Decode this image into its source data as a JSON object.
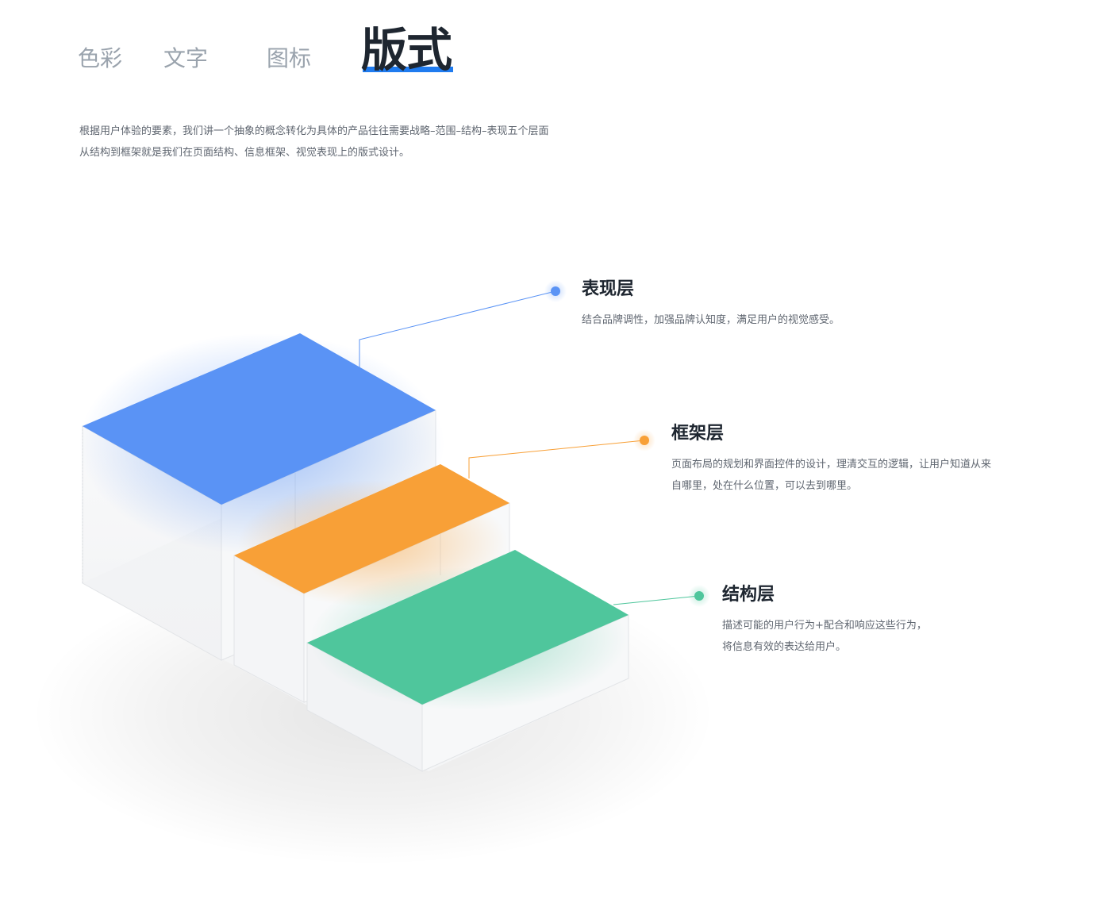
{
  "tabs": [
    {
      "label": "色彩",
      "active": false
    },
    {
      "label": "文字",
      "active": false
    },
    {
      "label": "图标",
      "active": false
    },
    {
      "label": "版式",
      "active": true
    }
  ],
  "intro": {
    "line1": "根据用户体验的要素，我们讲一个抽象的概念转化为具体的产品往往需要战略–范围–结构–表现五个层面",
    "line2": "从结构到框架就是我们在页面结构、信息框架、视觉表现上的版式设计。"
  },
  "layers": [
    {
      "key": "presentation",
      "title": "表现层",
      "desc_lines": [
        "结合品牌调性，加强品牌认知度，满足用户的视觉感受。"
      ],
      "color": "#5a93f5"
    },
    {
      "key": "framework",
      "title": "框架层",
      "desc_lines": [
        "页面布局的规划和界面控件的设计，理清交互的逻辑，让用户知道从来",
        "自哪里，处在什么位置，可以去到哪里。"
      ],
      "color": "#f8a037"
    },
    {
      "key": "structure",
      "title": "结构层",
      "desc_lines": [
        "描述可能的用户行为+配合和响应这些行为，",
        "将信息有效的表达给用户。"
      ],
      "color": "#4fc69c"
    }
  ],
  "colors": {
    "accent": "#1f7bef",
    "tab_inactive": "#9aa3ad",
    "heading": "#1e2630",
    "body_text": "#5f6670"
  }
}
